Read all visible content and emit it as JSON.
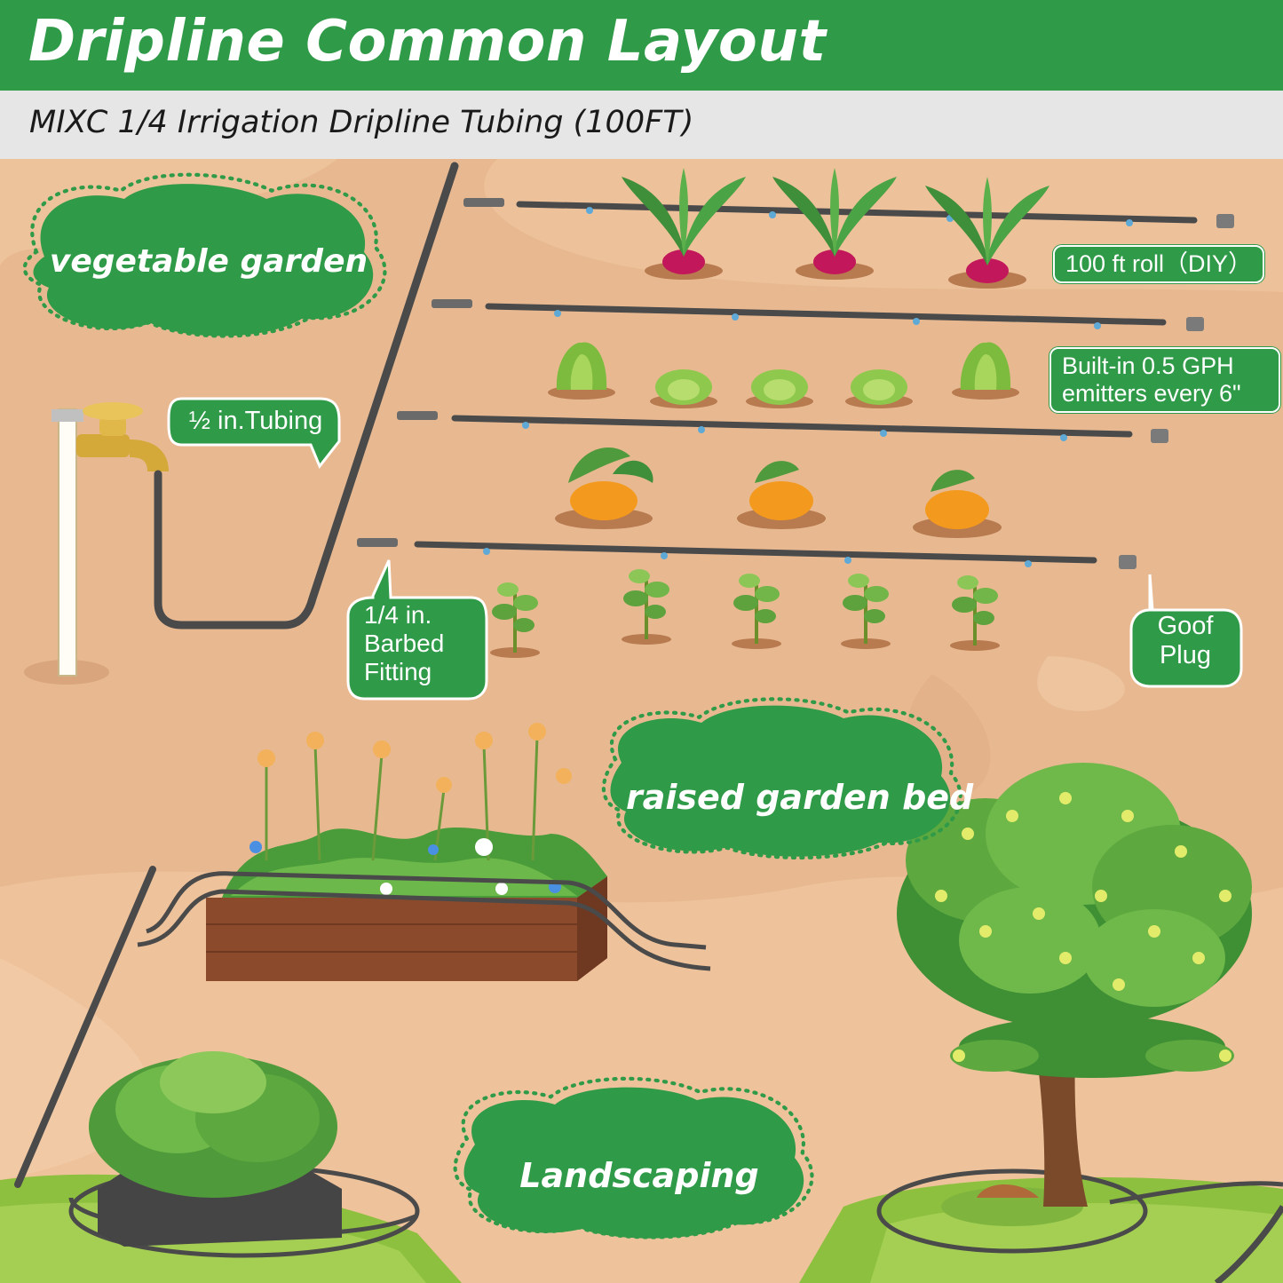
{
  "header": {
    "title": "Dripline Common Layout"
  },
  "subheader": {
    "text": "MIXC 1/4 Irrigation Dripline Tubing (100FT)"
  },
  "labels": {
    "vegetable_garden": "vegetable garden",
    "half_inch_tubing": "½ in.Tubing",
    "roll": "100 ft roll（DIY）",
    "emitters": "Built-in 0.5 GPH emitters every 6\"",
    "barbed_fitting": "1/4 in. Barbed Fitting",
    "goof_plug": "Goof Plug",
    "raised_bed": "raised garden bed",
    "landscaping": "Landscaping"
  },
  "colors": {
    "header_green": "#2f9a48",
    "subheader_gray": "#e6e6e6",
    "ground": "#e8b991",
    "grass": "#8ec03f",
    "tubing": "#4a4a4a"
  },
  "icons": [
    "faucet-icon",
    "beet-icon",
    "lettuce-icon",
    "pumpkin-icon",
    "seedling-icon",
    "flower-bed-icon",
    "shrub-icon",
    "tree-icon"
  ]
}
